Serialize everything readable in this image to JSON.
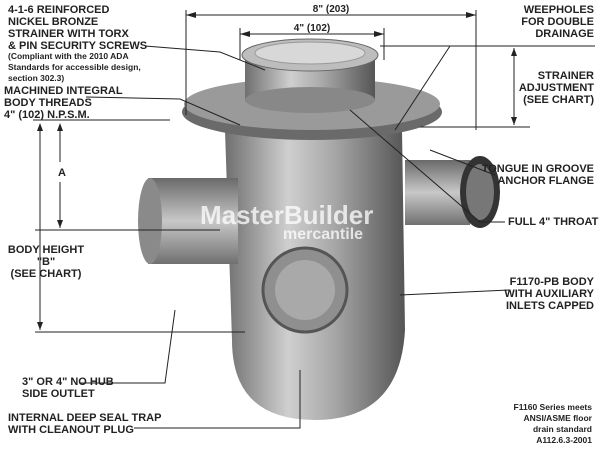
{
  "dimensions": {
    "overall": "8\" (203)",
    "strainer": "4\" (102)",
    "a": "A"
  },
  "labels": {
    "strainer": [
      "4-1-6 REINFORCED",
      "NICKEL BRONZE",
      "STRAINER WITH TORX",
      "& PIN SECURITY SCREWS"
    ],
    "strainer_note": [
      "(Compliant with the 2010 ADA",
      "Standards for accessible design,",
      "section 302.3)"
    ],
    "threads": [
      "MACHINED INTEGRAL",
      "BODY THREADS",
      "4\" (102) N.P.S.M."
    ],
    "body_height": [
      "BODY HEIGHT",
      "\"B\"",
      "(SEE CHART)"
    ],
    "side_outlet": [
      "3\" OR 4\" NO HUB",
      "SIDE OUTLET"
    ],
    "trap": [
      "INTERNAL DEEP SEAL TRAP",
      "WITH CLEANOUT PLUG"
    ],
    "weepholes": [
      "WEEPHOLES",
      "FOR DOUBLE",
      "DRAINAGE"
    ],
    "adjustment": [
      "STRAINER",
      "ADJUSTMENT",
      "(SEE CHART)"
    ],
    "flange": [
      "TONGUE IN GROOVE",
      "ANCHOR FLANGE"
    ],
    "throat": "FULL 4\" THROAT",
    "body": [
      "F1170-PB BODY",
      "WITH AUXILIARY",
      "INLETS CAPPED"
    ],
    "standard": [
      "F1160 Series meets",
      "ANSI/ASME floor",
      "drain standard",
      "A112.6.3-2001"
    ]
  },
  "watermark": {
    "line1": "MasterBuilder",
    "line2": "mercantile"
  }
}
